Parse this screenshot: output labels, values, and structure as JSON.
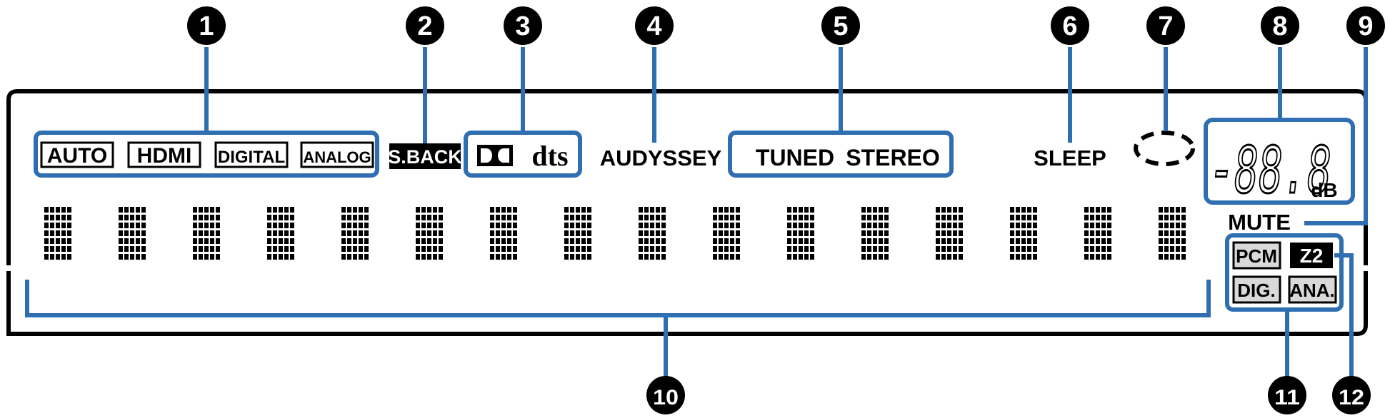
{
  "colors": {
    "callout": "#2f6fb1",
    "badge": "#000000",
    "badge_text": "#ffffff",
    "indicator_fill": "#d9d9d9",
    "ink": "#000000"
  },
  "callouts": [
    "1",
    "2",
    "3",
    "4",
    "5",
    "6",
    "7",
    "8",
    "9",
    "10",
    "11",
    "12"
  ],
  "input_indicators": [
    "AUTO",
    "HDMI",
    "DIGITAL",
    "ANALOG"
  ],
  "surround_back": "S.BACK",
  "decoders": {
    "dolby_icon": "dolby-double-d-icon",
    "dts": "dts"
  },
  "audyssey": "AUDYSSEY",
  "tuner": [
    "TUNED",
    "STEREO"
  ],
  "sleep": "SLEEP",
  "volume": {
    "value": "-88.8",
    "unit": "dB"
  },
  "mute": "MUTE",
  "signal_indicators": [
    "PCM",
    "DIG.",
    "ANA."
  ],
  "zone": "Z2",
  "info_display": {
    "character_cells": 16
  }
}
